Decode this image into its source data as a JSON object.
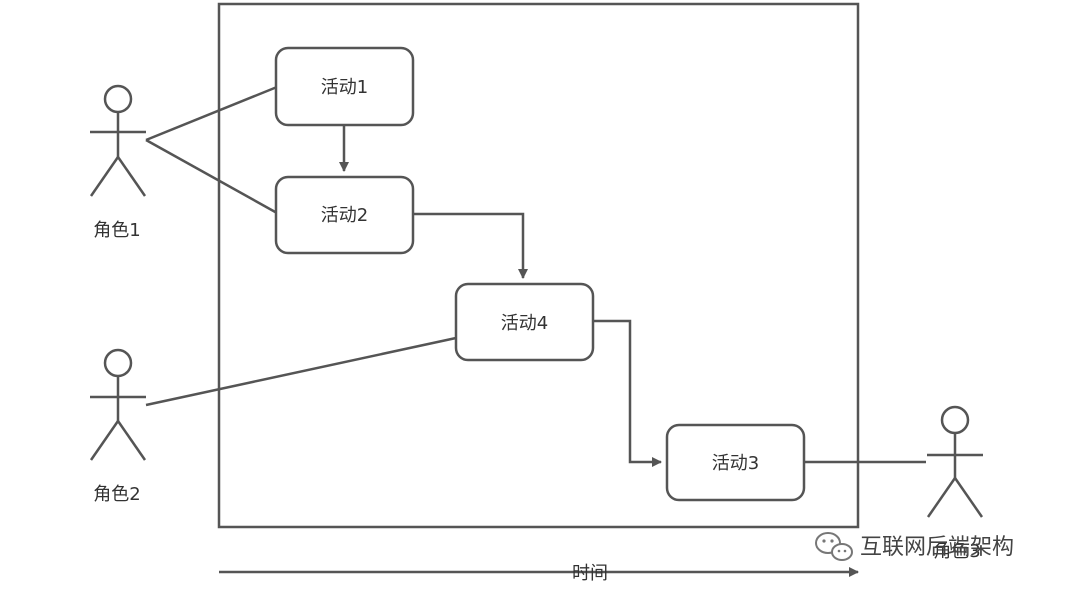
{
  "boundary": {
    "label": ""
  },
  "activities": {
    "a1": "活动1",
    "a2": "活动2",
    "a4": "活动4",
    "a3": "活动3"
  },
  "actors": {
    "r1": "角色1",
    "r2": "角色2",
    "r3": "角色3"
  },
  "time_axis": {
    "label": "时间"
  },
  "watermark": {
    "text": "互联网后端架构",
    "icon": "wechat-icon"
  }
}
